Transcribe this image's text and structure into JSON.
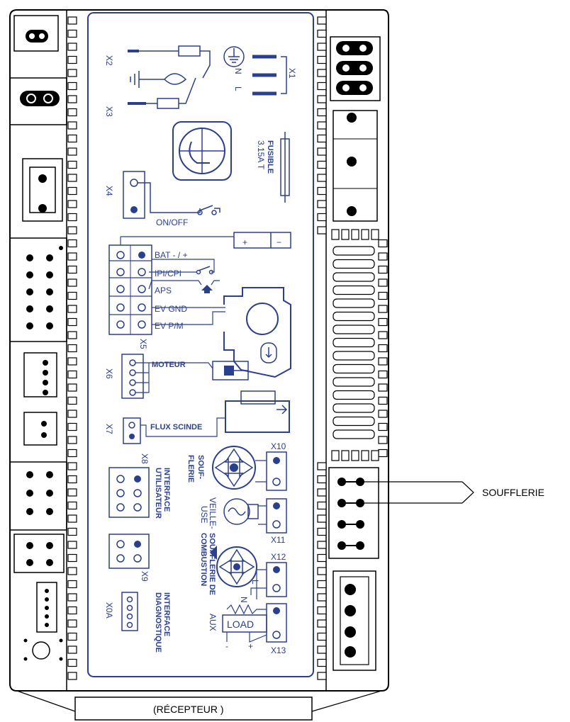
{
  "colors": {
    "ink": "#2b3f8f",
    "outline": "#000000",
    "panel": "#ffffff"
  },
  "connectors": {
    "x1": "X1",
    "x2": "X2",
    "x3": "X3",
    "x4": "X4",
    "x5": "X5",
    "x6": "X6",
    "x7": "X7",
    "x8": "X8",
    "x9": "X9",
    "x0a": "X0A",
    "x10": "X10",
    "x11": "X11",
    "x12": "X12",
    "x13": "X13"
  },
  "labels": {
    "n": "N",
    "l": "L",
    "fusible": "FUSIBLE",
    "fusible_rating": "3.15A T",
    "on_off": "ON/OFF",
    "bat": "BAT - / +",
    "ipi_cpi": "IPI/CPI",
    "aps": "APS",
    "ev_gnd": "EV GND",
    "ev_pm": "EV P/M",
    "moteur": "MOTEUR",
    "flux_scinde": "FLUX SCINDE",
    "soufflerie_line1": "SOUF-",
    "soufflerie_line2": "FLERIE",
    "interface_util_line1": "INTERFACE",
    "interface_util_line2": "UTILISATEUR",
    "veilleuse_line1": "VEILLE-",
    "veilleuse_line2": "USE",
    "soufflerie_comb_line1": "SOUFFLERIE DE",
    "soufflerie_comb_line2": "COMBUSTION",
    "n2": "N",
    "l2": "L",
    "interface_diag_line1": "INTERFACE",
    "interface_diag_line2": "DIAGNOSTIQUE",
    "aux": "AUX",
    "load": "LOAD",
    "minus": "-",
    "plus": "+",
    "bat_plus": "+",
    "bat_minus": "−"
  },
  "callouts": {
    "soufflerie": "SOUFFLERIE",
    "recepteur": "(RÉCEPTEUR )"
  }
}
